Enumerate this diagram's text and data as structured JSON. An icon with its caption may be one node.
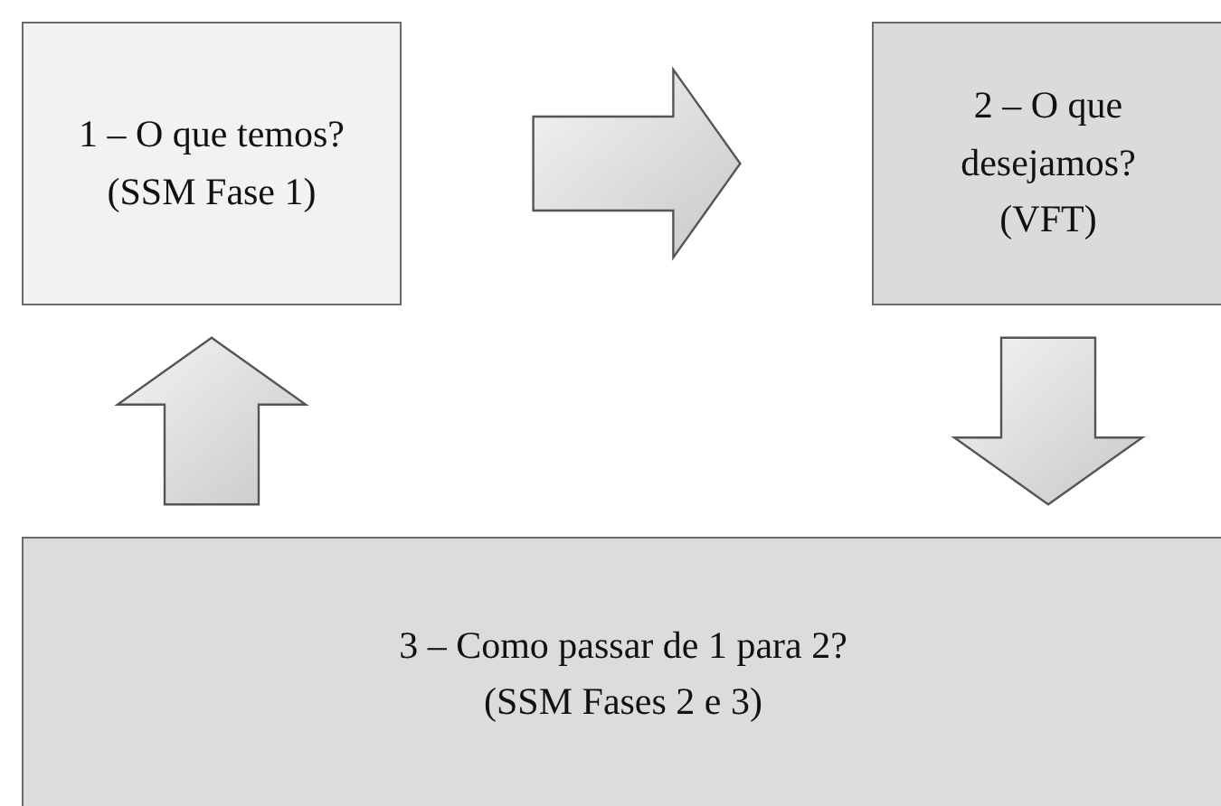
{
  "diagram": {
    "nodes": [
      {
        "text": [
          "1 – O que temos?",
          "(SSM Fase 1)"
        ]
      },
      {
        "text": [
          "2 – O que desejamos?",
          "(VFT)"
        ]
      },
      {
        "text": [
          "3 – Como passar de 1 para 2?",
          "(SSM Fases 2 e 3)"
        ]
      }
    ],
    "edges": [
      {
        "from": 0,
        "to": 1,
        "arrow": "to"
      },
      {
        "from": 1,
        "to": 2,
        "arrow": "to"
      },
      {
        "from": 2,
        "to": 0,
        "arrow": "to"
      }
    ]
  }
}
